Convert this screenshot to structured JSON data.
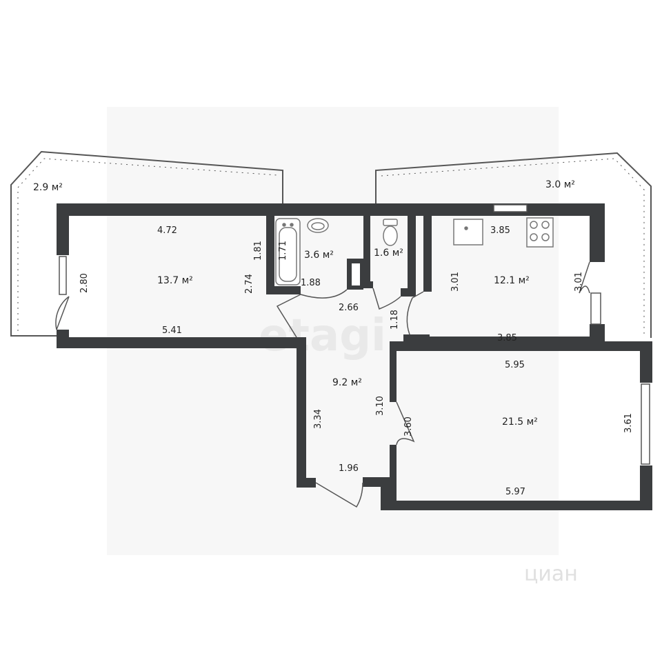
{
  "colors": {
    "wall": "#3b3d3f",
    "line": "#555555",
    "fixture": "#777777",
    "backdrop": "#f7f7f7",
    "watermark": "#e9e9e9"
  },
  "rooms": {
    "balcony_left": "2.9 м²",
    "balcony_right": "3.0 м²",
    "living_left": "13.7 м²",
    "bathroom": "3.6 м²",
    "toilet": "1.6 м²",
    "kitchen": "12.1 м²",
    "hall": "9.2 м²",
    "living_right": "21.5 м²"
  },
  "dimensions": {
    "living_left_top": "4.72",
    "living_left_bottom": "5.41",
    "living_left_left": "2.80",
    "living_left_right": "2.74",
    "bath_height_a": "1.81",
    "bath_height_b": "1.71",
    "bath_width": "1.88",
    "corridor_width": "2.66",
    "toilet_depth": "1.18",
    "kitchen_top": "3.85",
    "kitchen_bottom": "3.85",
    "kitchen_left": "3.01",
    "kitchen_right": "3.01",
    "hall_left": "3.34",
    "hall_right": "3.10",
    "hall_bottom": "1.96",
    "living_right_top": "5.95",
    "living_right_bottom": "5.97",
    "living_right_left": "3.60",
    "living_right_right": "3.61"
  },
  "watermarks": {
    "center": "etagi",
    "corner": "циан"
  },
  "icons": [
    "bathtub-icon",
    "sink-icon",
    "toilet-icon",
    "kitchen-sink-icon",
    "stove-icon",
    "door-swing-icon",
    "window-icon"
  ]
}
